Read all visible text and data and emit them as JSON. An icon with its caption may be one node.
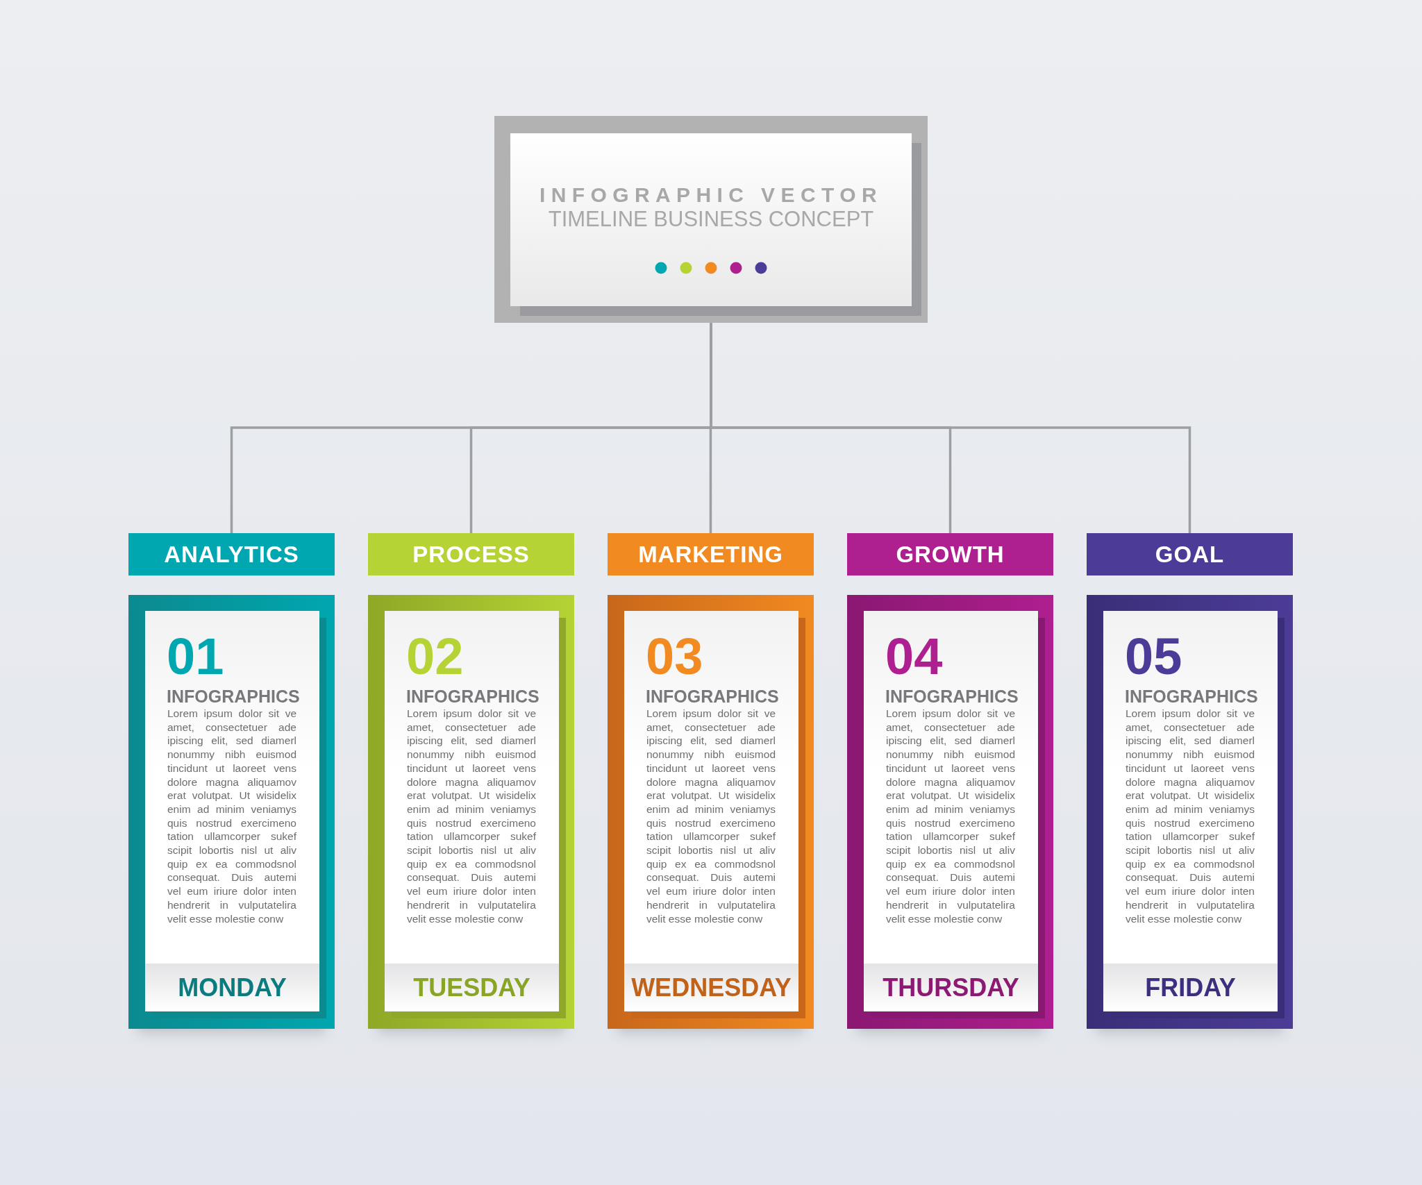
{
  "diagram": {
    "nodes": [
      {
        "text": [
          "INFOGRAPHIC VECTOR",
          "TIMELINE BUSINESS CONCEPT"
        ]
      },
      {
        "text": [
          "ANALYTICS"
        ]
      },
      {
        "text": [
          "01",
          "INFOGRAPHICS",
          "Lorem ipsum dolor sit ve amet, consectetuer ade ipiscing elit, sed diamerl nonummy nibh euismod tincidunt ut laoreet vens dolore magna aliquamov erat volutpat. Ut wisidelix enim ad minim veniamys quis nostrud exercimeno tation ullamcorper sukef scipit lobortis nisl ut aliv quip ex ea commodsnol consequat. Duis autemi vel eum iriure dolor inten hendrerit in vulputatelira velit esse molestie conw",
          "MONDAY"
        ]
      },
      {
        "text": [
          "PROCESS"
        ]
      },
      {
        "text": [
          "02",
          "INFOGRAPHICS",
          "Lorem ipsum dolor sit ve amet, consectetuer ade ipiscing elit, sed diamerl nonummy nibh euismod tincidunt ut laoreet vens dolore magna aliquamov erat volutpat. Ut wisidelix enim ad minim veniamys quis nostrud exercimeno tation ullamcorper sukef scipit lobortis nisl ut aliv quip ex ea commodsnol consequat. Duis autemi vel eum iriure dolor inten hendrerit in vulputatelira velit esse molestie conw",
          "TUESDAY"
        ]
      },
      {
        "text": [
          "MARKETING"
        ]
      },
      {
        "text": [
          "03",
          "INFOGRAPHICS",
          "Lorem ipsum dolor sit ve amet, consectetuer ade ipiscing elit, sed diamerl nonummy nibh euismod tincidunt ut laoreet vens dolore magna aliquamov erat volutpat. Ut wisidelix enim ad minim veniamys quis nostrud exercimeno tation ullamcorper sukef scipit lobortis nisl ut aliv quip ex ea commodsnol consequat. Duis autemi vel eum iriure dolor inten hendrerit in vulputatelira velit esse molestie conw",
          "WEDNESDAY"
        ]
      },
      {
        "text": [
          "GROWTH"
        ]
      },
      {
        "text": [
          "04",
          "INFOGRAPHICS",
          "Lorem ipsum dolor sit ve amet, consectetuer ade ipiscing elit, sed diamerl nonummy nibh euismod tincidunt ut laoreet vens dolore magna aliquamov erat volutpat. Ut wisidelix enim ad minim veniamys quis nostrud exercimeno tation ullamcorper sukef scipit lobortis nisl ut aliv quip ex ea commodsnol consequat. Duis autemi vel eum iriure dolor inten hendrerit in vulputatelira velit esse molestie conw",
          "THURSDAY"
        ]
      },
      {
        "text": [
          "GOAL"
        ]
      },
      {
        "text": [
          "05",
          "INFOGRAPHICS",
          "Lorem ipsum dolor sit ve amet, consectetuer ade ipiscing elit, sed diamerl nonummy nibh euismod tincidunt ut laoreet vens dolore magna aliquamov erat volutpat. Ut wisidelix enim ad minim veniamys quis nostrud exercimeno tation ullamcorper sukef scipit lobortis nisl ut aliv quip ex ea commodsnol consequat. Duis autemi vel eum iriure dolor inten hendrerit in vulputatelira velit esse molestie conw",
          "FRIDAY"
        ]
      }
    ],
    "edges": [
      {
        "from": 0,
        "to": 1,
        "arrow": "none"
      },
      {
        "from": 0,
        "to": 3,
        "arrow": "none"
      },
      {
        "from": 0,
        "to": 5,
        "arrow": "none"
      },
      {
        "from": 0,
        "to": 7,
        "arrow": "none"
      },
      {
        "from": 0,
        "to": 9,
        "arrow": "none"
      }
    ]
  }
}
